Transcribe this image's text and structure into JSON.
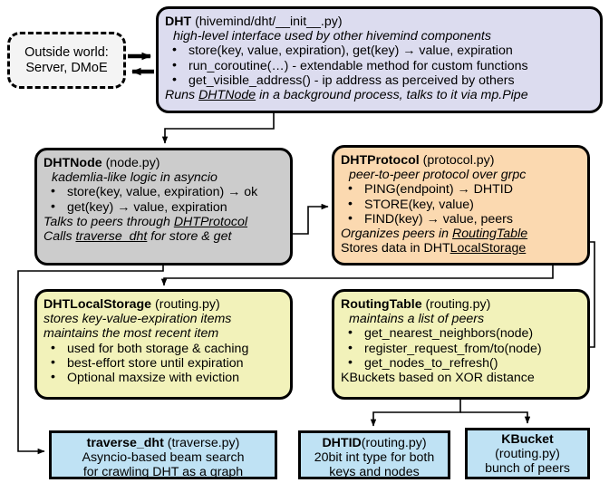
{
  "diagram": {
    "title": "hivemind DHT architecture",
    "colors": {
      "dht_fill": "#dcdcef",
      "dhtnode_fill": "#cccccc",
      "protocol_fill": "#fbd9b0",
      "storage_fill": "#f2f2ba",
      "leaf_fill": "#bfe2f4",
      "outside_fill": "#f4f4f4",
      "stroke": "#000000"
    }
  },
  "nodes": {
    "outside": {
      "line1": "Outside world:",
      "line2": "Server, DMoE"
    },
    "dht": {
      "title": "DHT",
      "file": " (hivemind/dht/__init__.py)",
      "subtitle": "high-level interface used by other hivemind components",
      "bullets": [
        "store(key, value, expiration), get(key) → value, expiration",
        "run_coroutine(…) - extendable method for custom functions",
        "get_visible_address() - ip address as perceived by others"
      ],
      "footer_pre": "Runs ",
      "footer_link": "DHTNode",
      "footer_post": " in a background process, talks to it via mp.Pipe"
    },
    "dhtnode": {
      "title": "DHTNode",
      "file": " (node.py)",
      "subtitle": "kademlia-like logic in asyncio",
      "bullets": [
        "store(key, value, expiration) → ok",
        "get(key) → value, expiration"
      ],
      "footer1_pre": "Talks to peers through ",
      "footer1_link": "DHTProtocol",
      "footer2_pre": "Calls ",
      "footer2_link": "traverse_dht",
      "footer2_post": " for store & get"
    },
    "dhtprotocol": {
      "title": "DHTProtocol",
      "file": " (protocol.py)",
      "subtitle": "peer-to-peer protocol over grpc",
      "bullets": [
        "PING(endpoint) → DHTID",
        "STORE(key, value)",
        "FIND(key) → value, peers"
      ],
      "footer1_pre": "Organizes peers in ",
      "footer1_link": "RoutingTable",
      "footer2_pre": "Stores data in DHT",
      "footer2_link": "LocalStorage"
    },
    "localstorage": {
      "title": "DHTLocalStorage",
      "file": " (routing.py)",
      "subtitle1": "stores key-value-expiration items",
      "subtitle2": "maintains the most recent item",
      "bullets": [
        "used for both storage & caching",
        "best-effort store until expiration",
        "Optional maxsize with eviction"
      ]
    },
    "routingtable": {
      "title": "RoutingTable",
      "file": " (routing.py)",
      "subtitle": "maintains a list of peers",
      "bullets": [
        "get_nearest_neighbors(node)",
        "register_request_from/to(node)",
        "get_nodes_to_refresh()"
      ],
      "footer": "KBuckets based on XOR distance"
    },
    "traverse": {
      "title": "traverse_dht",
      "file": " (traverse.py)",
      "line2": "Asyncio-based beam search",
      "line3": "for crawling DHT as a graph"
    },
    "dhtid": {
      "title": "DHTID",
      "file": "(routing.py)",
      "line2": "20bit int type for both",
      "line3": "keys and nodes"
    },
    "kbucket": {
      "title": "KBucket",
      "line2": "(routing.py)",
      "line3": "bunch of peers"
    }
  }
}
